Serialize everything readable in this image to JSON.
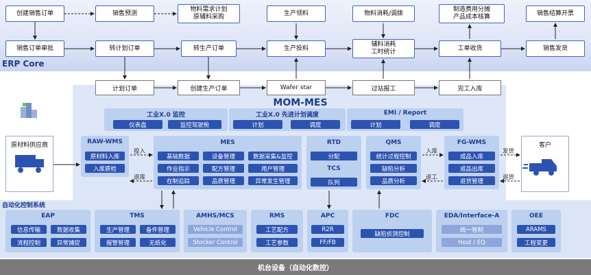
{
  "erp": {
    "label": "ERP Core",
    "top_row": [
      "创建销售订单",
      "销售预测",
      "物料需求计划\n原辅料采购",
      "生产领料",
      "物料消耗/调拨",
      "制造费用分摊\n产品成本核算",
      "销售结算开票"
    ],
    "mid_row": [
      "销售订单审批",
      "转计划订单",
      "转生产订单",
      "生产投料",
      "辅料消耗\n工时统计",
      "工单收货",
      "销售发货"
    ]
  },
  "process_row": [
    "计划订单",
    "创建生产订单",
    "Wafer star",
    "过站报工",
    "完工入库"
  ],
  "mom": {
    "title": "MOM-MES",
    "industry_monitor": {
      "title": "工业X.0 监控",
      "chips": [
        "仪表盘",
        "监控驾驶舱"
      ]
    },
    "industry_schedule": {
      "title": "工业X.0 先进计划调度",
      "chips": [
        "计划",
        "调度"
      ]
    },
    "emi": {
      "title": "EMI / Report",
      "chips": [
        "计划",
        "调度"
      ]
    },
    "raw_wms": {
      "title": "RAW-WMS",
      "chips": [
        "原材料入库",
        "入库质检"
      ]
    },
    "mes": {
      "title": "MES",
      "chips": [
        "基础数据",
        "设备管理",
        "数据采集&监控",
        "作业指示",
        "配方管理",
        "用户管理",
        "在制追踪",
        "品质管理",
        "异常发生管理"
      ]
    },
    "rtd": {
      "title": "RTD",
      "chips": [
        "分配"
      ]
    },
    "tcs": {
      "title": "TCS",
      "chips": [
        "队列"
      ]
    },
    "qms": {
      "title": "QMS",
      "chips": [
        "统计过程控制",
        "缺陷分析",
        "品质分析"
      ]
    },
    "fg_wms": {
      "title": "FG-WMS",
      "chips": [
        "成品入库",
        "成品出库",
        "退货管理"
      ]
    }
  },
  "flows": {
    "in": "投入",
    "return": "退库",
    "store": "入库",
    "rework": "返工",
    "ship": "发货",
    "back": "退货"
  },
  "supplier": {
    "label": "原材料供应商"
  },
  "customer": {
    "label": "客户"
  },
  "automation": {
    "label": "自动化控制系统",
    "eap": {
      "title": "EAP",
      "chips": [
        "信息传输",
        "数据收集",
        "流程控制",
        "异常捕捉"
      ]
    },
    "tms": {
      "title": "TMS",
      "chips": [
        "生产管理",
        "备件管理",
        "报警管理",
        "无纸化"
      ]
    },
    "amhs": {
      "title": "AMHS/MCS",
      "chips": [
        "Vehicle Control",
        "Stocker Control"
      ]
    },
    "rms": {
      "title": "RMS",
      "chips": [
        "工艺配方",
        "工艺参数"
      ]
    },
    "apc": {
      "title": "APC",
      "chips": [
        "R2R",
        "FF/FB"
      ]
    },
    "fdc": {
      "title": "FDC",
      "chips": [
        "缺陷侦测控制"
      ]
    },
    "eda": {
      "title": "EDA/Interface-A",
      "chips": [
        "统一管制",
        "Host / EQ"
      ]
    },
    "oee": {
      "title": "OEE",
      "chips": [
        "ARAMS",
        "工程变更"
      ]
    }
  },
  "bottom": {
    "label": "机台设备（自动化数控）"
  },
  "colors": {
    "accent": "#2c53b0",
    "light_chip": "#8ea6dc",
    "panel": "#bcd0f0",
    "band": "#dde7f8"
  }
}
